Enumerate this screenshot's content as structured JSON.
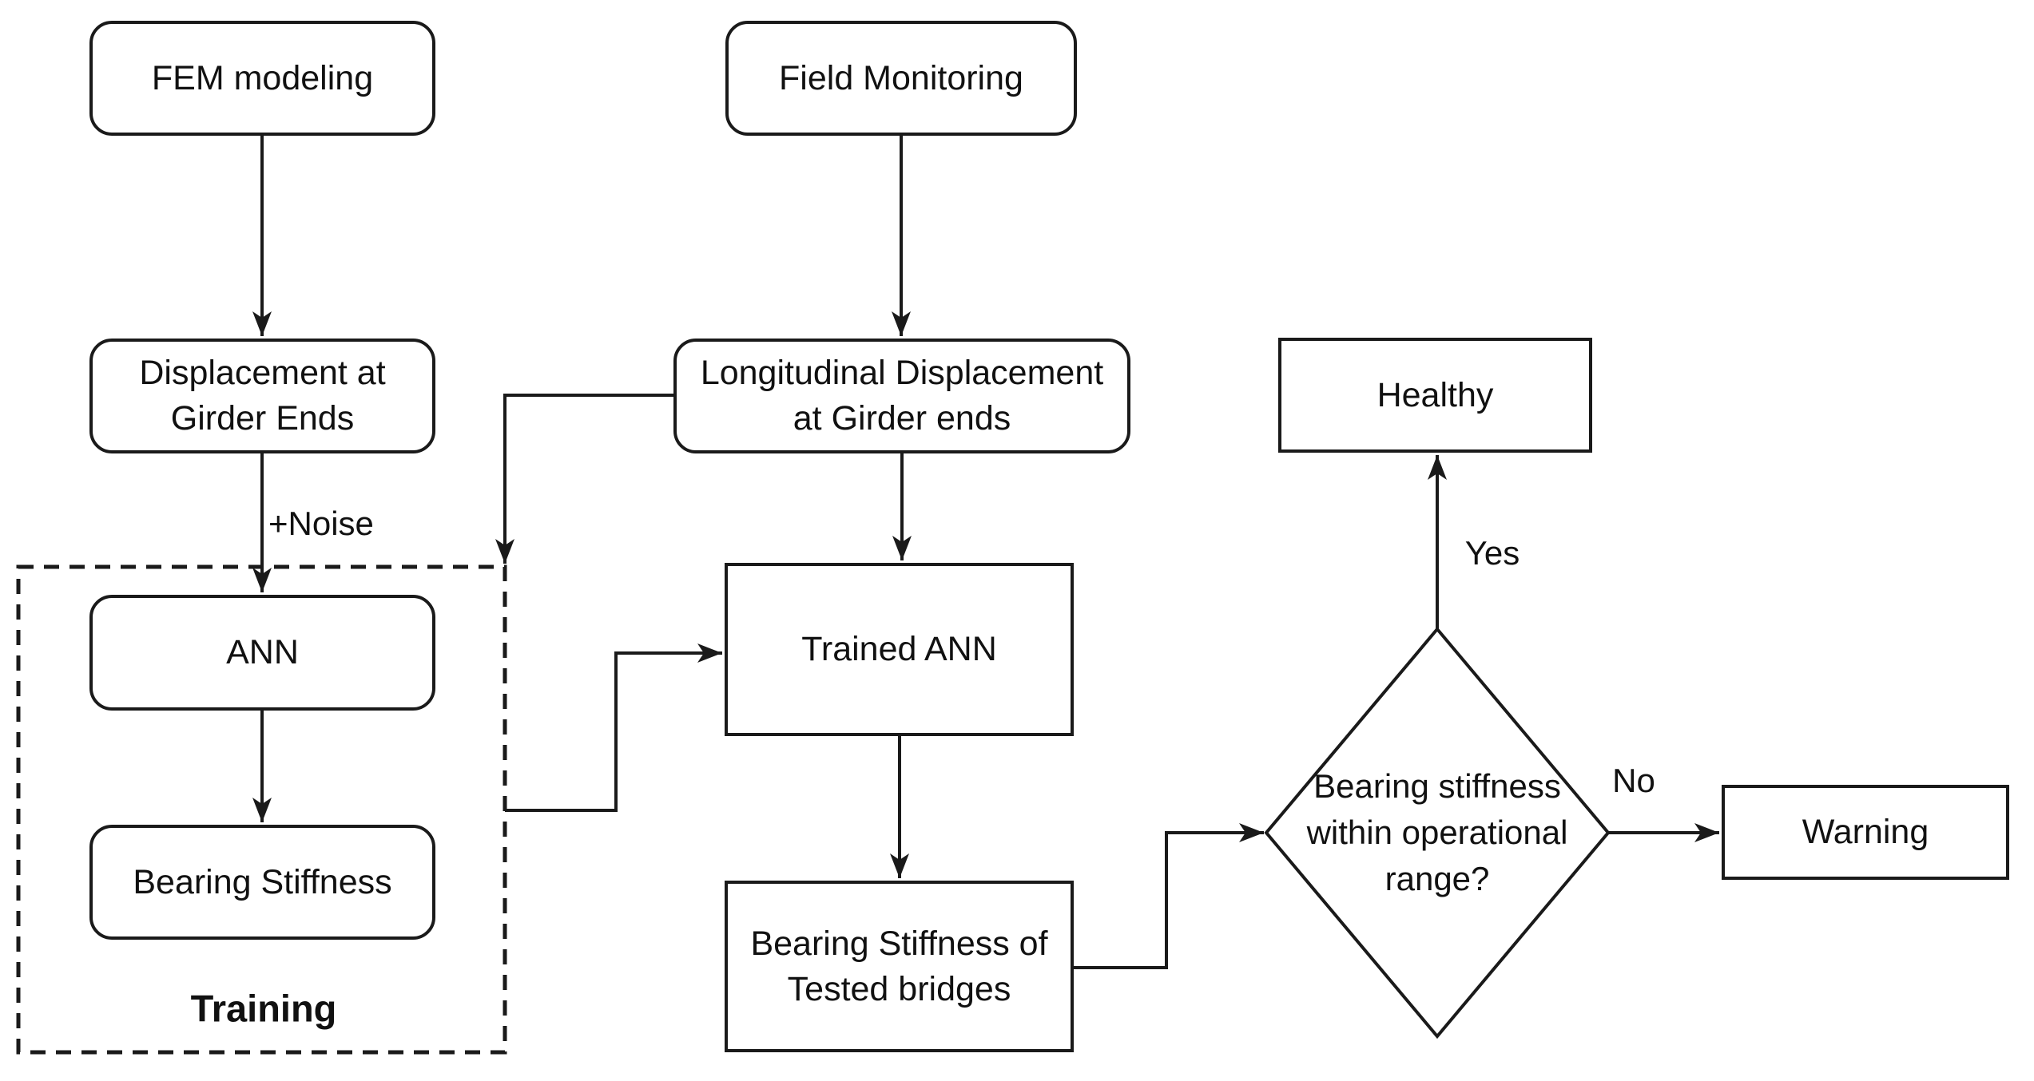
{
  "diagram": {
    "nodes": {
      "fem": {
        "label": "FEM modeling"
      },
      "field": {
        "label": "Field Monitoring"
      },
      "disp": {
        "label": "Displacement at\nGirder Ends"
      },
      "long_disp": {
        "label": "Longitudinal Displacement\nat Girder ends"
      },
      "ann": {
        "label": "ANN"
      },
      "bearing": {
        "label": "Bearing Stiffness"
      },
      "trained_ann": {
        "label": "Trained ANN"
      },
      "tested": {
        "label": "Bearing Stiffness of\nTested bridges"
      },
      "healthy": {
        "label": "Healthy"
      },
      "warning": {
        "label": "Warning"
      },
      "decision": {
        "label": "Bearing stiffness\nwithin operational\nrange?"
      }
    },
    "group": {
      "label": "Training"
    },
    "edge_labels": {
      "noise": "+Noise",
      "yes": "Yes",
      "no": "No"
    },
    "colors": {
      "line": "#1a1a1a",
      "node_fill": "#ffffff",
      "text": "#111111",
      "background": "#ffffff"
    }
  }
}
